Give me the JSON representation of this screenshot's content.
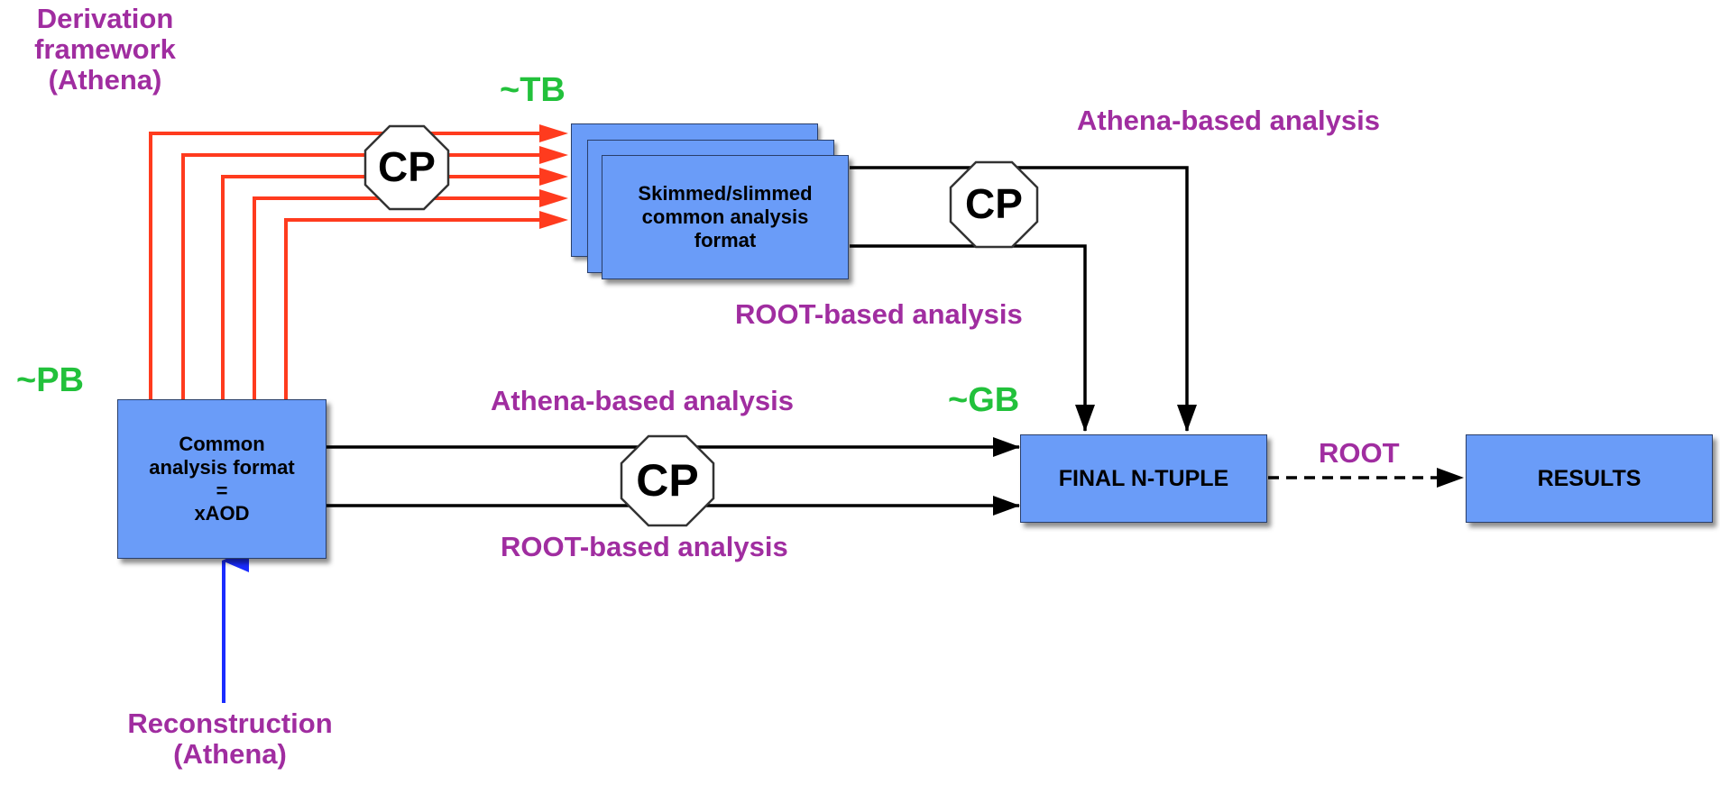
{
  "labels": {
    "derivation": "Derivation\nframework\n(Athena)",
    "tb": "~TB",
    "pb": "~PB",
    "gb": "~GB",
    "athena_top": "Athena-based analysis",
    "root_top": "ROOT-based analysis",
    "athena_mid": "Athena-based analysis",
    "root_mid": "ROOT-based analysis",
    "root": "ROOT",
    "reconstruction": "Reconstruction\n(Athena)"
  },
  "boxes": {
    "xaod": "Common\nanalysis format\n=\nxAOD",
    "skimmed": "Skimmed/slimmed\ncommon analysis\nformat",
    "ntuple": "FINAL N-TUPLE",
    "results": "RESULTS"
  },
  "cp_label": "CP",
  "colors": {
    "box_fill": "#6a9cf8",
    "derivation_arrows": "#ff3b1e",
    "reconstruction_arrow": "#1a2cff",
    "flow_arrows": "#000000",
    "label_text": "#a02da0",
    "size_text": "#22c13b"
  }
}
